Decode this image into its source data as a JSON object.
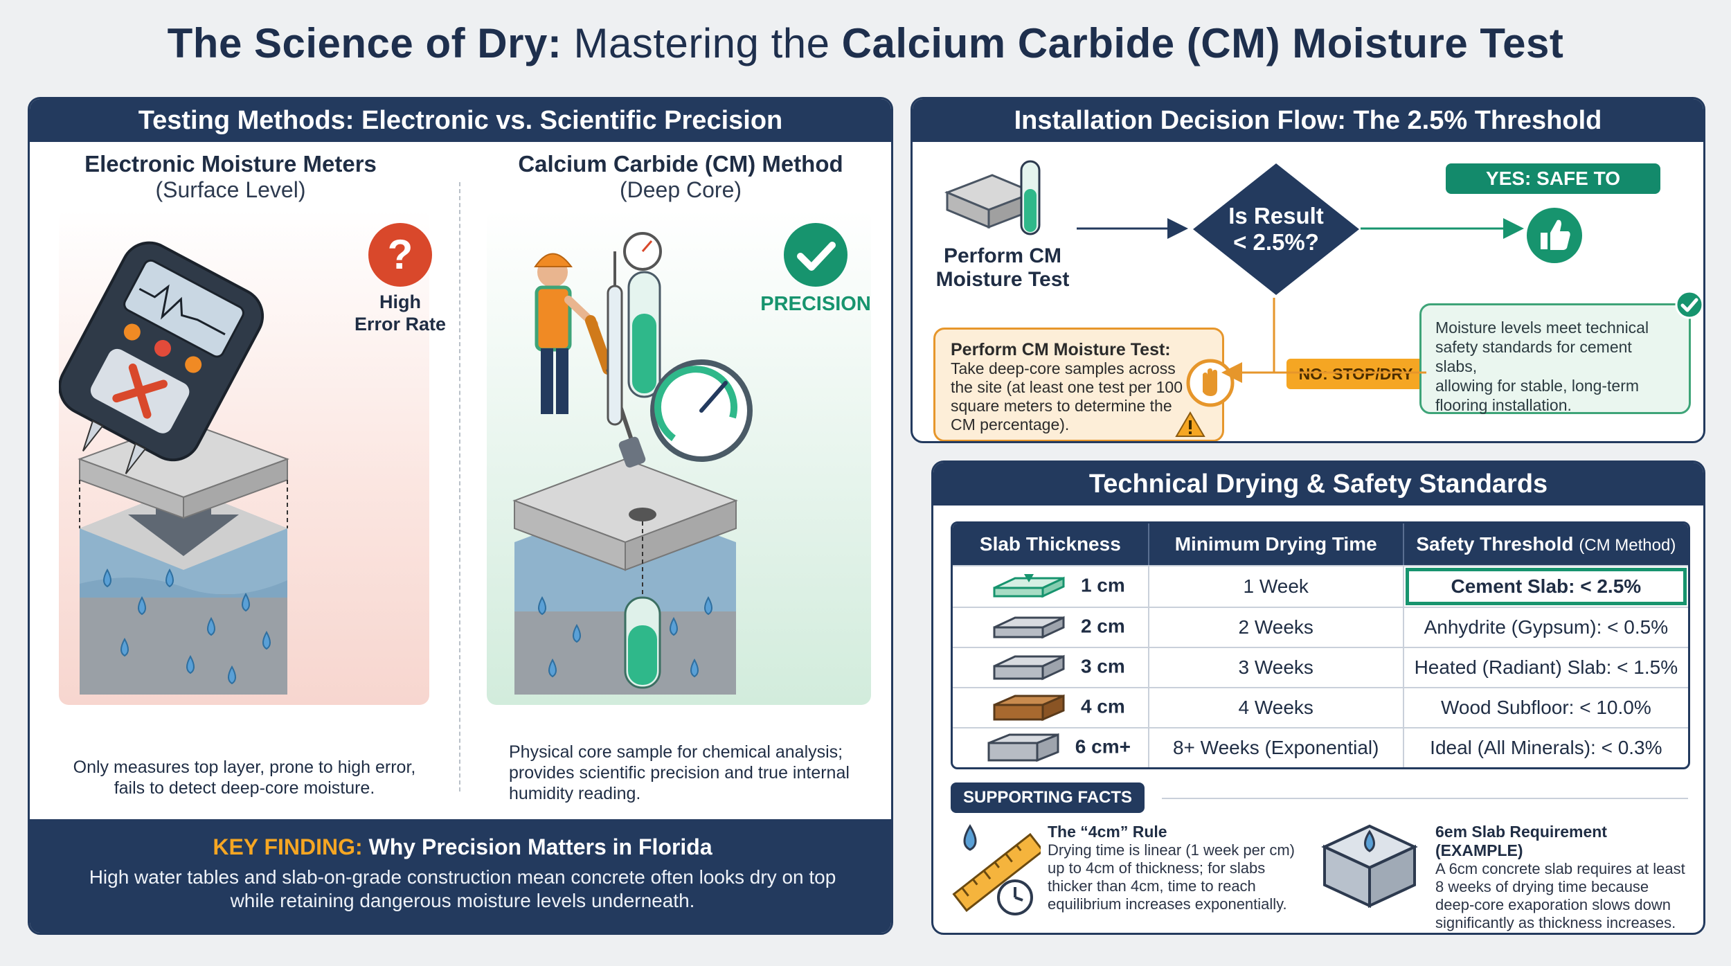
{
  "title": {
    "part1": "The Science of Dry:",
    "part2": " Mastering the ",
    "part3": "Calcium Carbide (CM) Moisture Test"
  },
  "left_panel": {
    "header": "Testing Methods: Electronic vs. Scientific Precision",
    "electronic": {
      "title": "Electronic Moisture Meters",
      "subtitle": "(Surface Level)",
      "badge_line1": "High",
      "badge_line2": "Error Rate",
      "caption_line1": "Only measures top layer, prone to high error,",
      "caption_line2": "fails to detect deep-core moisture."
    },
    "cm": {
      "title": "Calcium Carbide (CM) Method",
      "subtitle": "(Deep Core)",
      "badge": "PRECISION",
      "caption_line1": "Physical core sample for chemical analysis;",
      "caption_line2": "provides scientific precision and true internal",
      "caption_line3": "humidity reading."
    },
    "key_finding": {
      "label": "KEY FINDING:",
      "title": " Why Precision Matters in Florida",
      "text_line1": "High water tables and slab-on-grade construction mean concrete often looks dry on top",
      "text_line2": "while retaining dangerous moisture levels underneath."
    }
  },
  "flow_panel": {
    "header": "Installation Decision Flow: The 2.5% Threshold",
    "step1_line1": "Perform CM",
    "step1_line2": "Moisture Test",
    "decision_line1": "Is Result",
    "decision_line2": "< 2.5%?",
    "yes_label": "YES: SAFE TO INSTALL",
    "no_label": "NO: STOP/DRY",
    "orange_title": "Perform CM Moisture Test:",
    "orange_line1": "Take deep-core samples across",
    "orange_line2": "the site (at least one test per 100",
    "orange_line3": "square meters to determine the",
    "orange_line4": "CM percentage).",
    "green_line1": "Moisture levels meet technical",
    "green_line2": "safety standards for cement slabs,",
    "green_line3": "allowing for stable, long-term",
    "green_line4": "flooring installation."
  },
  "standards_panel": {
    "header": "Technical Drying & Safety Standards",
    "columns": [
      "Slab Thickness",
      "Minimum Drying Time",
      "Safety Threshold",
      "(CM Method)"
    ],
    "rows": [
      {
        "thickness": "1 cm",
        "time": "1 Week",
        "threshold": "Cement Slab: < 2.5%"
      },
      {
        "thickness": "2 cm",
        "time": "2 Weeks",
        "threshold": "Anhydrite (Gypsum): < 0.5%"
      },
      {
        "thickness": "3 cm",
        "time": "3 Weeks",
        "threshold": "Heated (Radiant) Slab: < 1.5%"
      },
      {
        "thickness": "4 cm",
        "time": "4 Weeks",
        "threshold": "Wood Subfloor: < 10.0%"
      },
      {
        "thickness": "6 cm+",
        "time": "8+ Weeks (Exponential)",
        "threshold": "Ideal (All Minerals): < 0.3%"
      }
    ],
    "supporting_label": "SUPPORTING FACTS",
    "fact1": {
      "title": "The “4cm” Rule",
      "line1": "Drying time is linear (1 week per cm)",
      "line2": "up to 4cm of thickness; for slabs",
      "line3": "thicker than 4cm, time to reach",
      "line4": "equilibrium increases exponentially."
    },
    "fact2": {
      "title": "6em Slab Requirement (EXAMPLE)",
      "line1": "A 6cm concrete slab requires at least",
      "line2": "8 weeks of drying time because",
      "line3": "deep-core exaporation slows down",
      "line4": "significantly as thickness increases."
    }
  },
  "colors": {
    "navy": "#233a5e",
    "green": "#138a6b",
    "orange": "#f5a623",
    "red": "#d9482b"
  }
}
